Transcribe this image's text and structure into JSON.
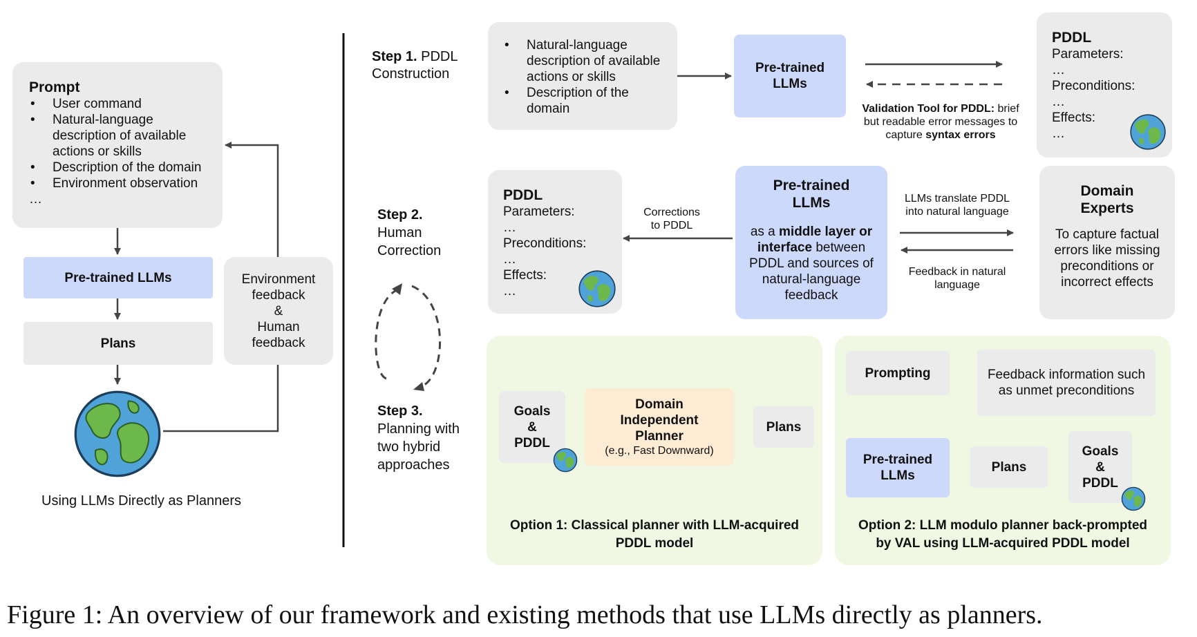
{
  "left": {
    "prompt_title": "Prompt",
    "prompt_items": [
      "User command",
      "Natural-language description of available actions or skills",
      "Description of the domain",
      "Environment observation"
    ],
    "prompt_more": "…",
    "llm_label": "Pre-trained LLMs",
    "plans_label": "Plans",
    "feedback_label": [
      "Environment",
      "feedback",
      "&",
      "Human",
      "feedback"
    ],
    "globe_icon": "earth-globe-icon",
    "section_caption": "Using LLMs Directly as Planners"
  },
  "step1": {
    "label_bold": "Step 1.",
    "label_rest": "PDDL",
    "label_line2": "Construction",
    "input_items": [
      "Natural-language description of available actions or skills",
      "Description of the domain"
    ],
    "llm_label": "Pre-trained LLMs",
    "validation_bold": "Validation Tool for PDDL:",
    "validation_rest": "brief but readable error messages to capture",
    "validation_bold2": "syntax errors",
    "pddl": {
      "title": "PDDL",
      "lines": [
        "Parameters:",
        "…",
        "Preconditions:",
        "…",
        "Effects:",
        "…"
      ]
    }
  },
  "step2": {
    "label_bold": "Step 2.",
    "label_line2": "Human",
    "label_line3": "Correction",
    "pddl": {
      "title": "PDDL",
      "lines": [
        "Parameters:",
        "…",
        "Preconditions:",
        "…",
        "Effects:",
        "…"
      ]
    },
    "corrections_label": [
      "Corrections",
      "to PDDL"
    ],
    "llm_title": "Pre-trained LLMs",
    "llm_desc_pre": "as a",
    "llm_desc_bold": "middle layer or interface",
    "llm_desc_post": "between PDDL and sources of natural-language feedback",
    "translate_label": [
      "LLMs translate PDDL",
      "into natural language"
    ],
    "feedback_label": [
      "Feedback in natural",
      "language"
    ],
    "experts_title": "Domain Experts",
    "experts_desc": "To capture factual errors like missing preconditions or incorrect effects"
  },
  "step3": {
    "label_bold": "Step 3.",
    "label_lines": [
      "Planning with",
      "two hybrid",
      "approaches"
    ],
    "option1": {
      "goals_label": [
        "Goals",
        "&",
        "PDDL"
      ],
      "planner_title": "Domain Independent Planner",
      "planner_sub": "(e.g., Fast Downward)",
      "plans_label": "Plans",
      "caption": [
        "Option 1: Classical planner with LLM-acquired",
        "PDDL model"
      ]
    },
    "option2": {
      "prompting_label": "Prompting",
      "feedback_info": "Feedback information such as unmet preconditions",
      "llm_label": "Pre-trained LLMs",
      "plans_label": "Plans",
      "goals_label": [
        "Goals",
        "&",
        "PDDL"
      ],
      "caption": [
        "Option 2: LLM modulo planner back-prompted",
        "by VAL using LLM-acquired PDDL model"
      ]
    }
  },
  "figure_caption": "Figure 1: An overview of our framework and existing methods that use LLMs directly as planners.",
  "colors": {
    "gray_box": "#ebebeb",
    "blue_box": "#cdd9fb",
    "peach_box": "#fdebd4",
    "green_panel": "#f0f7e3",
    "arrow": "#444444"
  }
}
